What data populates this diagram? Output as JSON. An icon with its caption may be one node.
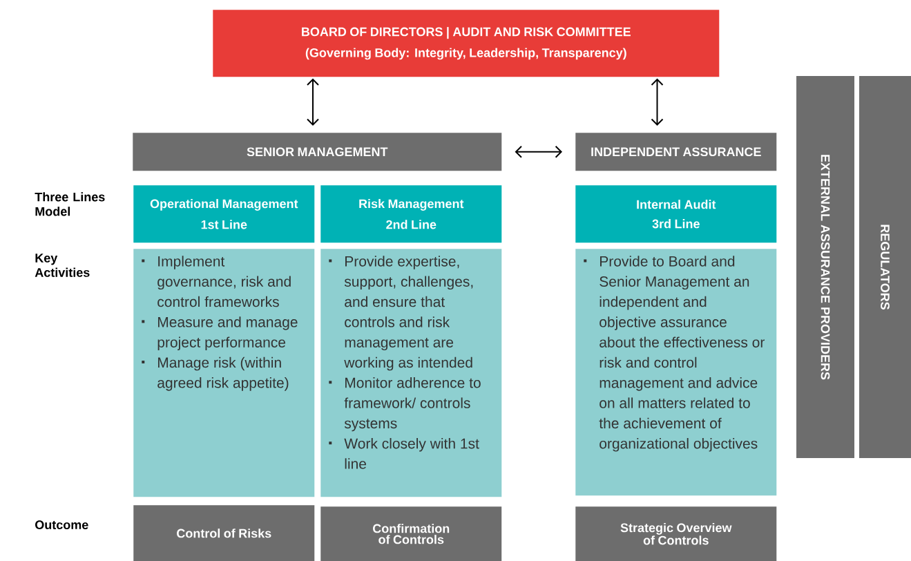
{
  "diagram": {
    "nodes": [
      {
        "text": [
          "BOARD OF DIRECTORS | AUDIT AND RISK COMMITTEE",
          "(Governing Body: Integrity, Leadership, Transparency)"
        ]
      },
      {
        "text": [
          "SENIOR MANAGEMENT"
        ]
      },
      {
        "text": [
          "INDEPENDENT ASSURANCE"
        ]
      },
      {
        "text": [
          "EXTERNAL ASSURANCE PROVIDERS"
        ]
      },
      {
        "text": [
          "REGULATORS"
        ]
      },
      {
        "text": [
          "Operational Management",
          "1st Line"
        ]
      },
      {
        "text": [
          "Risk Management",
          "2nd Line"
        ]
      },
      {
        "text": [
          "Internal Audit",
          "3rd Line"
        ]
      },
      {
        "text": [
          "Implement governance, risk and control frameworks",
          "Measure and manage project performance",
          "Manage risk (within agreed risk appetite)"
        ]
      },
      {
        "text": [
          "Provide expertise, support, challenges, and ensure that controls and risk management are working as intended",
          "Monitor adherence to framework/ controls systems",
          "Work closely with 1st line"
        ]
      },
      {
        "text": [
          "Provide to Board and Senior Management an independent and objective assurance about the effectiveness or risk and control management and advice on all matters related to the achievement of organizational objectives"
        ]
      },
      {
        "text": [
          "Control of Risks"
        ]
      },
      {
        "text": [
          "Confirmation of Controls"
        ]
      },
      {
        "text": [
          "Strategic Overview of Controls"
        ]
      }
    ],
    "edges": [
      {
        "from": 0,
        "to": 1,
        "arrow": "both"
      },
      {
        "from": 0,
        "to": 2,
        "arrow": "both"
      },
      {
        "from": 1,
        "to": 2,
        "arrow": "both"
      }
    ],
    "labels": [
      "Three Lines Model",
      "Key Activities",
      "Outcome"
    ]
  }
}
